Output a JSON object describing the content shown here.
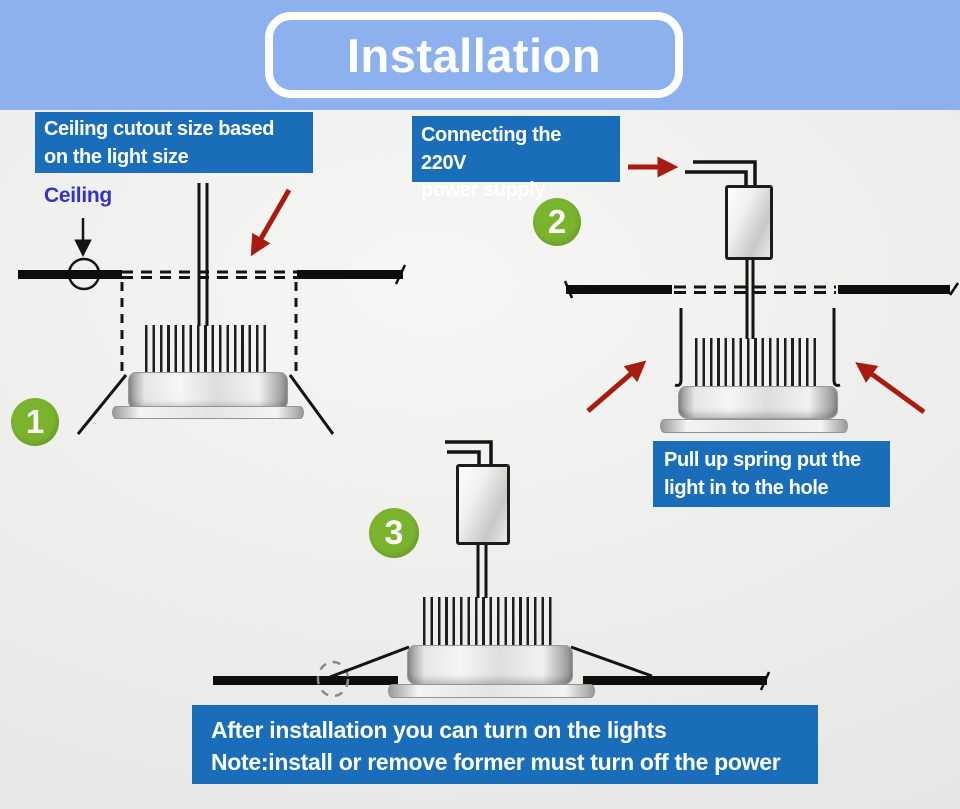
{
  "header": {
    "title": "Installation"
  },
  "step1": {
    "number": "1",
    "label_line1": "Ceiling cutout size based",
    "label_line2": "on the light size",
    "ceiling_annotation": "Ceiling"
  },
  "step2": {
    "number": "2",
    "label_line1": "Connecting the 220V",
    "label_line2": "power supply",
    "note_line1": "Pull up spring put the",
    "note_line2": "light in to the hole"
  },
  "step3": {
    "number": "3"
  },
  "footer": {
    "line1": "After installation you can turn on the lights",
    "line2": "Note:install or remove former must turn off the power"
  },
  "colors": {
    "banner_blue": "#8cb1ee",
    "label_blue": "#1a6db9",
    "step_green": "#7ab32e",
    "arrow_red": "#a81c10",
    "ceiling_text_blue": "#3433c8",
    "line_black": "#141414"
  }
}
